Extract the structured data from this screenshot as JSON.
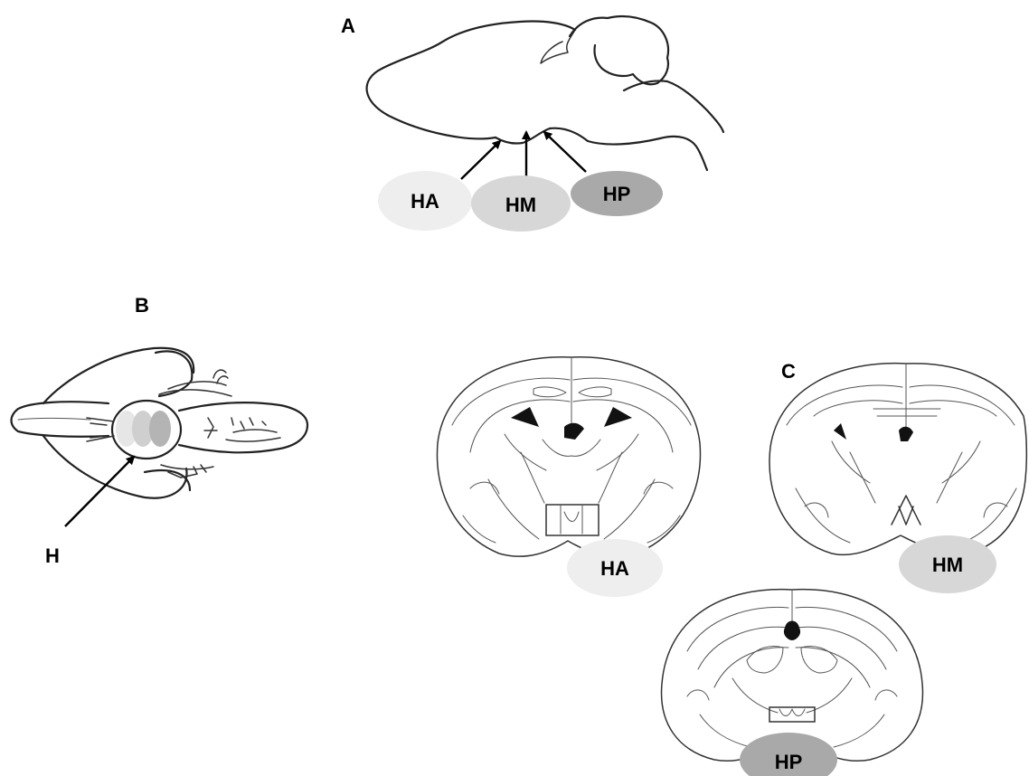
{
  "panels": {
    "a": {
      "label": "A"
    },
    "b": {
      "label": "B"
    },
    "c": {
      "label": "C"
    }
  },
  "sagittal": {
    "regions": [
      {
        "id": "ha",
        "label": "HA",
        "fill": "#eeeeee"
      },
      {
        "id": "hm",
        "label": "HM",
        "fill": "#d7d7d7"
      },
      {
        "id": "hp",
        "label": "HP",
        "fill": "#a9a9a9"
      }
    ]
  },
  "ventral": {
    "pointer_label": "H",
    "spot_fills": [
      "#e6e6e6",
      "#cfcfcf",
      "#b4b4b4"
    ]
  },
  "coronal": {
    "sections": [
      {
        "id": "ha",
        "label": "HA",
        "fill": "#eeeeee"
      },
      {
        "id": "hm",
        "label": "HM",
        "fill": "#d7d7d7"
      },
      {
        "id": "hp",
        "label": "HP",
        "fill": "#a9a9a9"
      }
    ]
  }
}
